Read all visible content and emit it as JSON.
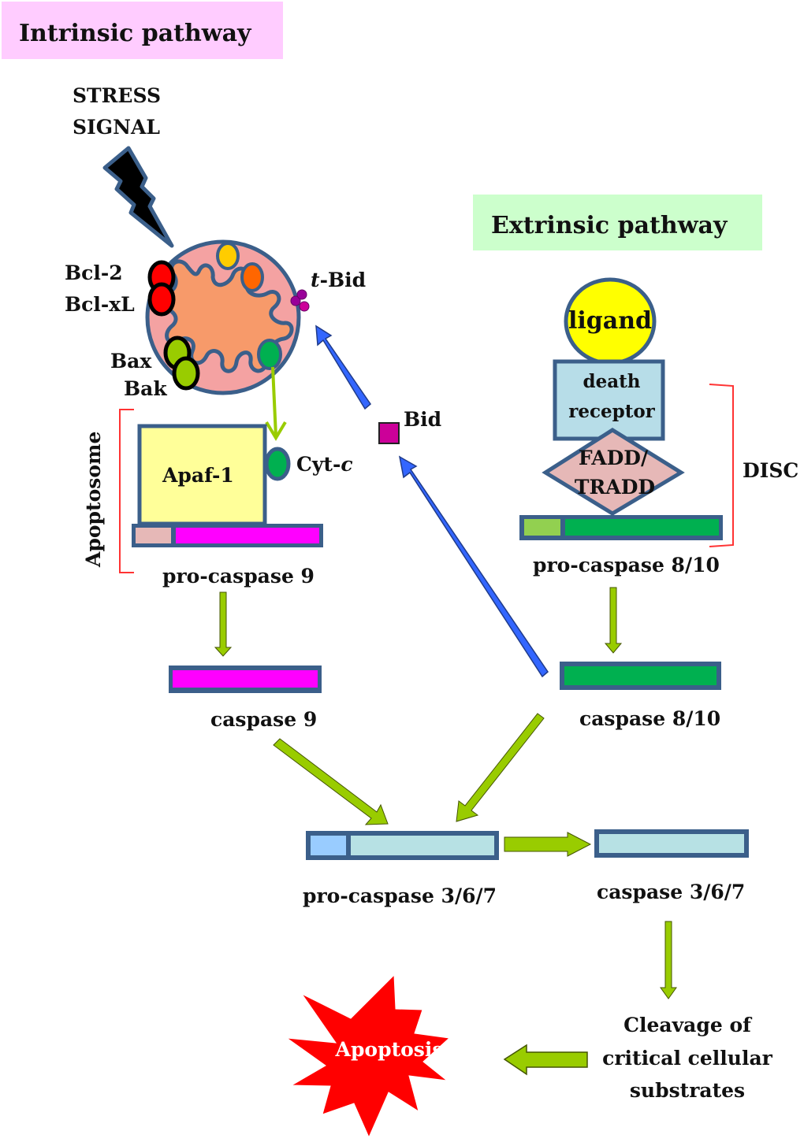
{
  "headers": {
    "intrinsic": "Intrinsic pathway",
    "extrinsic": "Extrinsic pathway"
  },
  "intrinsic": {
    "stress_line1": "STRESS",
    "stress_line2": "SIGNAL",
    "bcl2": "Bcl-2",
    "bclxl": "Bcl-xL",
    "bax": "Bax",
    "bak": "Bak",
    "tbid_prefix": "t",
    "tbid_suffix": "-Bid",
    "apaf1": "Apaf-1",
    "cytc_prefix": "Cyt-",
    "cytc_suffix": "c",
    "apoptosome": "Apoptosome",
    "procaspase9": "pro-caspase  9",
    "caspase9": "caspase  9"
  },
  "bid": "Bid",
  "extrinsic": {
    "ligand": "ligand",
    "death_line1": "death",
    "death_line2": "receptor",
    "fadd_line1": "FADD/",
    "fadd_line2": "TRADD",
    "disc": "DISC",
    "procaspase810": "pro-caspase 8/10",
    "caspase810": "caspase 8/10"
  },
  "execution": {
    "procaspase367": "pro-caspase  3/6/7",
    "caspase367": "caspase 3/6/7",
    "cleavage_line1": "Cleavage of",
    "cleavage_line2": "critical cellular",
    "cleavage_line3": "substrates",
    "apoptosis": "Apoptosis"
  },
  "colors": {
    "intrinsic_header": "#ffccff",
    "extrinsic_header": "#ccffcc",
    "outline": "#3b5f8a",
    "green_arrow": "#99cc00",
    "blue_arrow": "#3366ff",
    "caspase9": "#ff00ff",
    "caspase810": "#00b050",
    "caspase367": "#b7e1e4",
    "apoptosis_star": "#ff0000"
  }
}
